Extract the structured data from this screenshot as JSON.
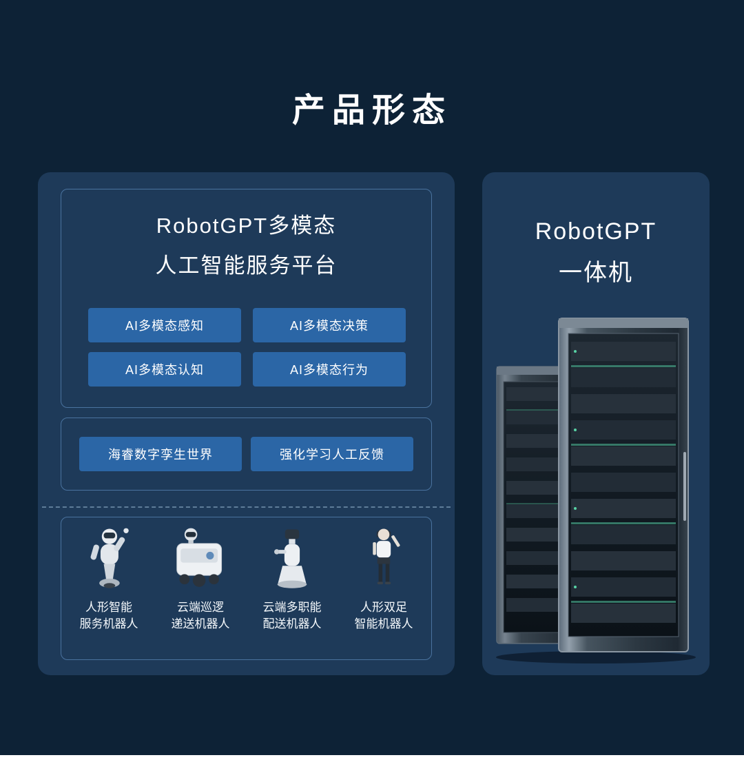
{
  "page": {
    "title": "产品形态"
  },
  "platform_panel": {
    "title_line1": "RobotGPT多模态",
    "title_line2": "人工智能服务平台",
    "capabilities": [
      "AI多模态感知",
      "AI多模态决策",
      "AI多模态认知",
      "AI多模态行为"
    ],
    "tools": [
      "海睿数字孪生世界",
      "强化学习人工反馈"
    ],
    "robots": [
      {
        "line1": "人形智能",
        "line2": "服务机器人"
      },
      {
        "line1": "云端巡逻",
        "line2": "递送机器人"
      },
      {
        "line1": "云端多职能",
        "line2": "配送机器人"
      },
      {
        "line1": "人形双足",
        "line2": "智能机器人"
      }
    ]
  },
  "appliance_panel": {
    "title_line1": "RobotGPT",
    "title_line2": "一体机"
  },
  "colors": {
    "background": "#0d2236",
    "panel": "#1e3a59",
    "inner_border": "#4a739f",
    "button": "#2b66a6",
    "divider": "#5f7d99",
    "text": "#ffffff"
  }
}
